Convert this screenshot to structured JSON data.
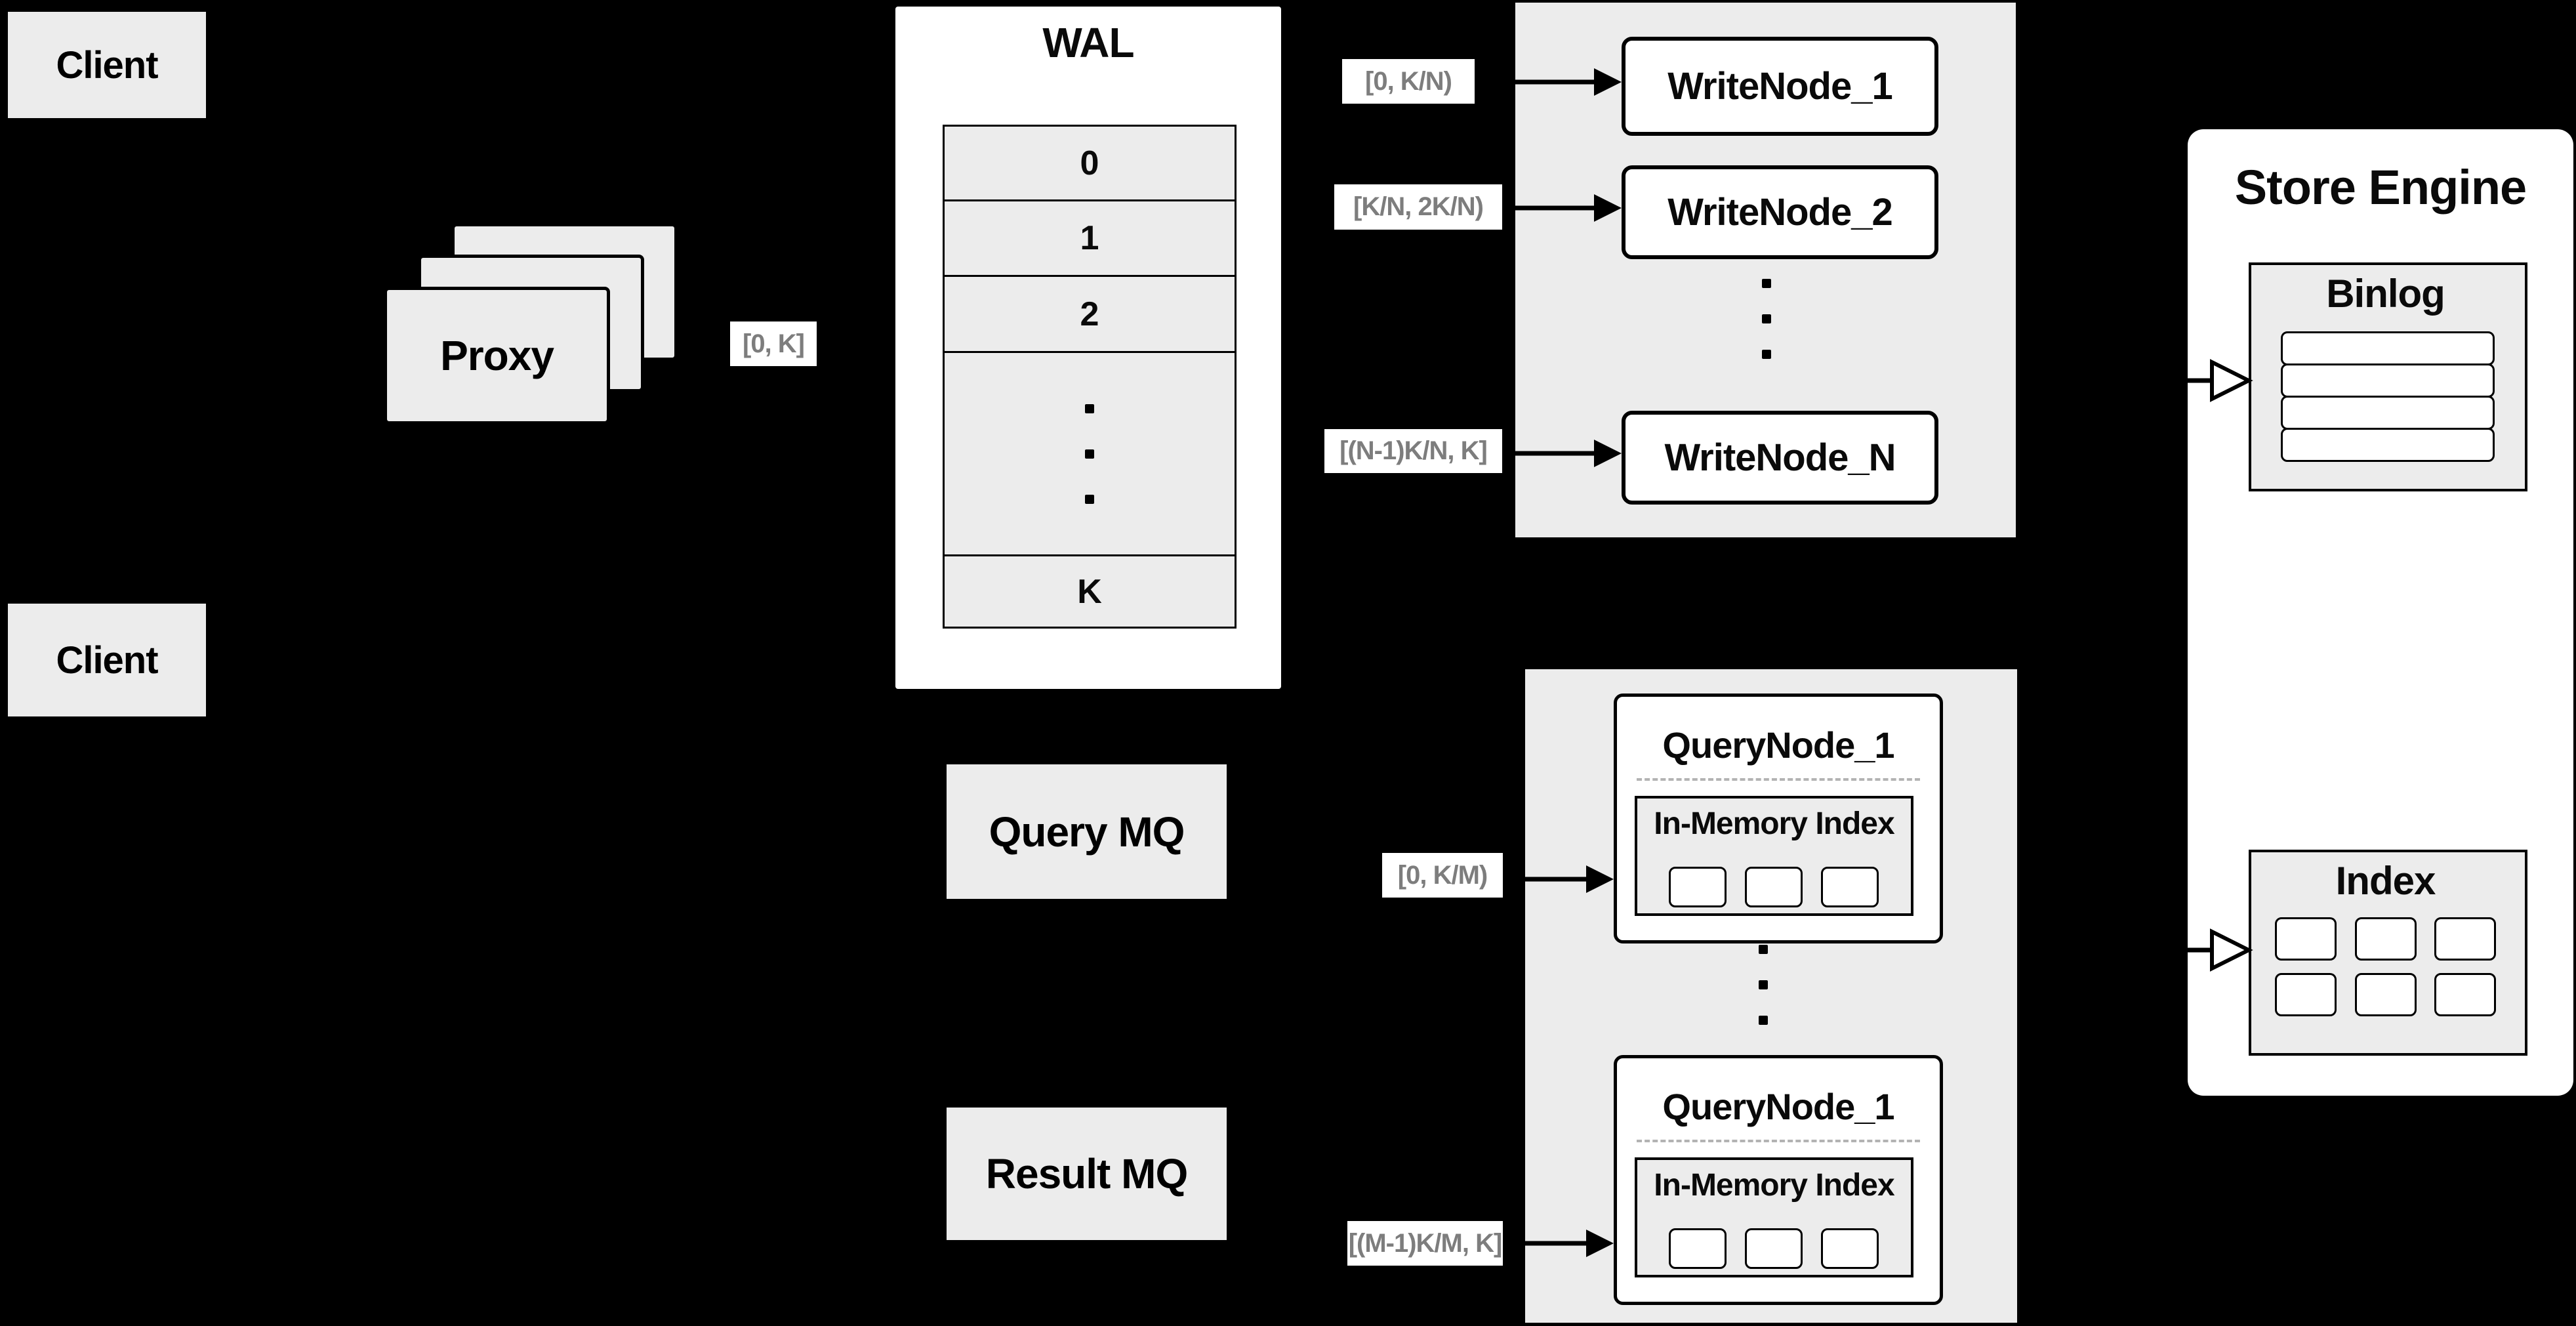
{
  "colors": {
    "background": "#000000",
    "panel_gray": "#ececec",
    "box_white": "#ffffff",
    "line_black": "#000000",
    "range_label_text": "#7d7d7d",
    "divider_dash_gray": "#b3b3b3"
  },
  "clients": {
    "top": "Client",
    "bottom": "Client"
  },
  "proxy": {
    "label": "Proxy"
  },
  "range_labels": {
    "proxy_to_wal": "[0, K]",
    "write_1": "[0,  K/N)",
    "write_2": "[K/N, 2K/N)",
    "write_n": "[(N-1)K/N,  K]",
    "query_1": "[0, K/M)",
    "query_m": "[(M-1)K/M, K]"
  },
  "wal": {
    "title": "WAL",
    "rows": [
      "0",
      "1",
      "2"
    ],
    "last_row": "K"
  },
  "write_nodes": {
    "node_1": "WriteNode_1",
    "node_2": "WriteNode_2",
    "node_n": "WriteNode_N"
  },
  "mq": {
    "query": "Query MQ",
    "result": "Result MQ"
  },
  "query_nodes": {
    "node_top": {
      "title": "QueryNode_1",
      "index_label": "In-Memory Index"
    },
    "node_bottom": {
      "title": "QueryNode_1",
      "index_label": "In-Memory Index"
    }
  },
  "store_engine": {
    "title": "Store Engine",
    "binlog_title": "Binlog",
    "index_title": "Index"
  }
}
